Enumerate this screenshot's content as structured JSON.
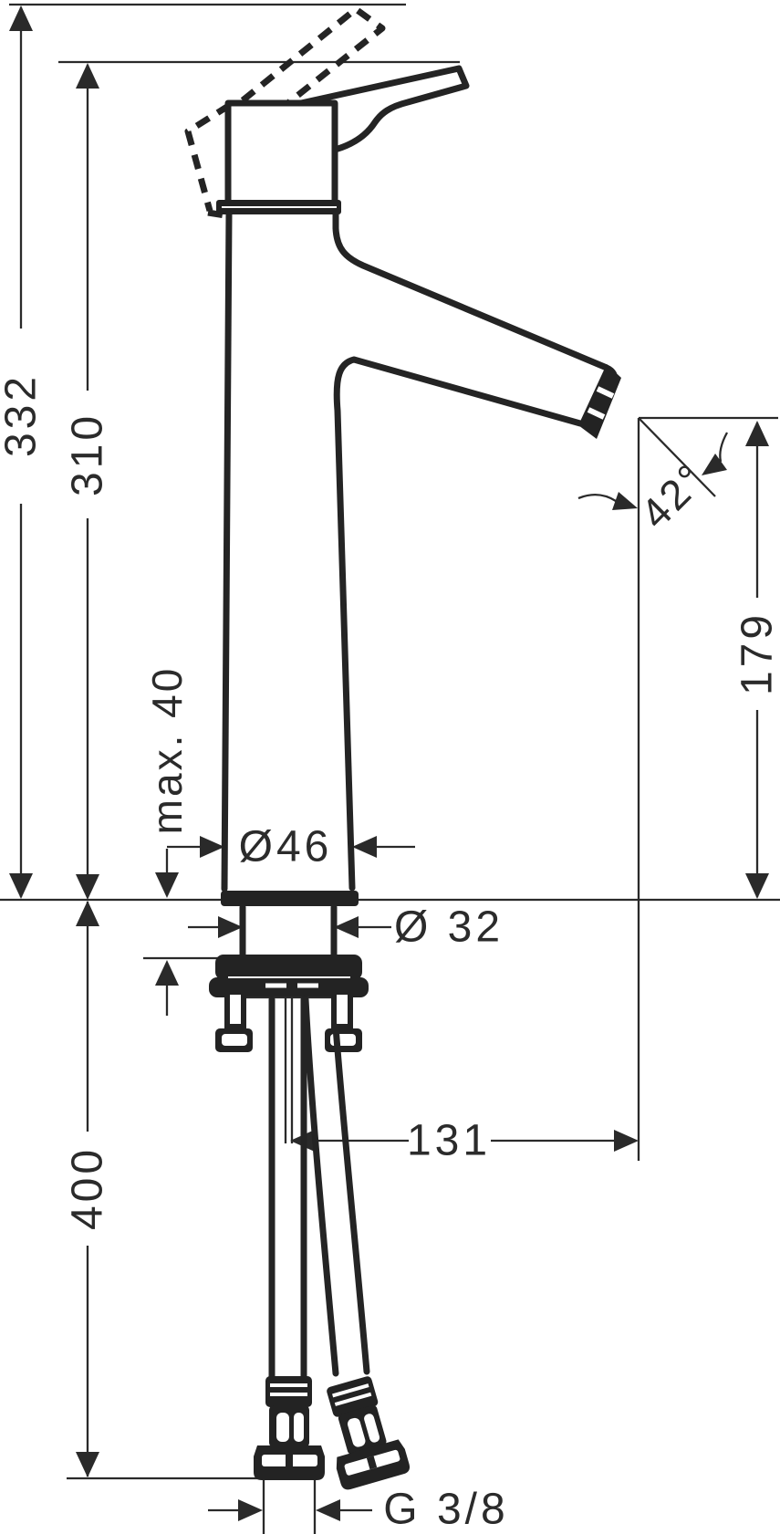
{
  "drawing": {
    "labels": {
      "overall_height": "332",
      "spout_top_height": "310",
      "below_counter_length": "400",
      "outlet_height": "179",
      "max_mounting_thickness": "max. 40",
      "body_diameter": "Ø46",
      "shank_diameter": "Ø 32",
      "outlet_reach": "131",
      "outlet_angle": "42°",
      "hose_thread": "G 3/8"
    },
    "colors": {
      "ink": "#2a2a2a",
      "background": "#ffffff"
    }
  }
}
